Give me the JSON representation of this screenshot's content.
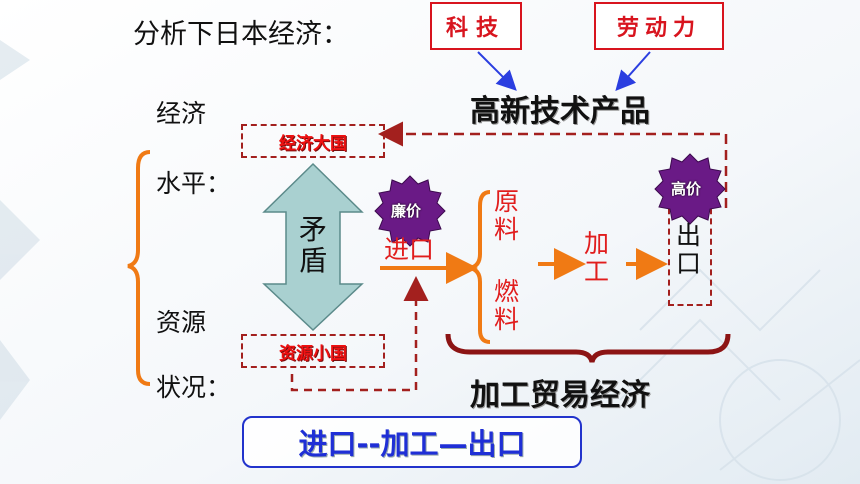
{
  "title": "分析下日本经济：",
  "top_labels": {
    "tech": "科技",
    "labor": "劳动力"
  },
  "product_title": "高新技术产品",
  "left_labels": {
    "economy_line1": "经济",
    "economy_line2": "水平：",
    "resource_line1": "资源",
    "resource_line2": "状况："
  },
  "economy_box": "经济大国",
  "resource_box": "资源小国",
  "contradiction": [
    "矛",
    "盾"
  ],
  "cheap_badge": "廉价",
  "high_badge": "高价",
  "import_label": "进口",
  "raw_material": [
    "原",
    "料"
  ],
  "fuel": [
    "燃",
    "料"
  ],
  "process": [
    "加",
    "工"
  ],
  "export": [
    "出",
    "口"
  ],
  "trade_title": "加工贸易经济",
  "flow_summary": "进口--加工—出口",
  "colors": {
    "red": "#e11d1d",
    "dark_red": "#a3201e",
    "orange": "#f07a14",
    "blue": "#1f2fd6",
    "arrow_fill": "#a9d0d0"
  }
}
